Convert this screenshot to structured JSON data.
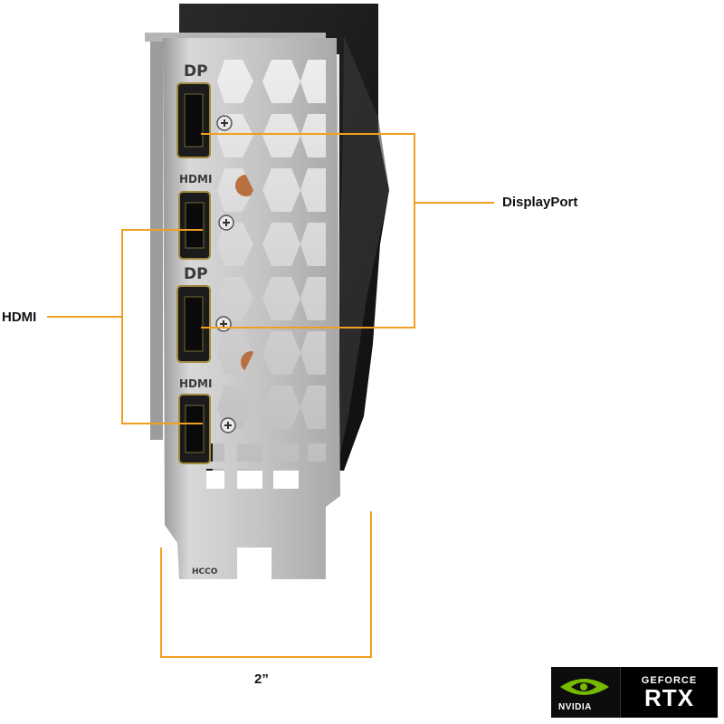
{
  "labels": {
    "displayport": "DisplayPort",
    "hdmi": "HDMI",
    "width": "2”"
  },
  "bracket_ports": [
    {
      "label": "DP"
    },
    {
      "label": "HDMI"
    },
    {
      "label": "DP"
    },
    {
      "label": "HDMI"
    }
  ],
  "bracket_mark": "HCCO",
  "badge": {
    "brand": "NVIDIA",
    "line": "GEFORCE",
    "product": "RTX"
  },
  "colors": {
    "callout_line": "#f0a020",
    "bracket_metal": "#c8c8c8",
    "shroud": "#1a1a1a",
    "nvidia_green": "#76b900"
  }
}
